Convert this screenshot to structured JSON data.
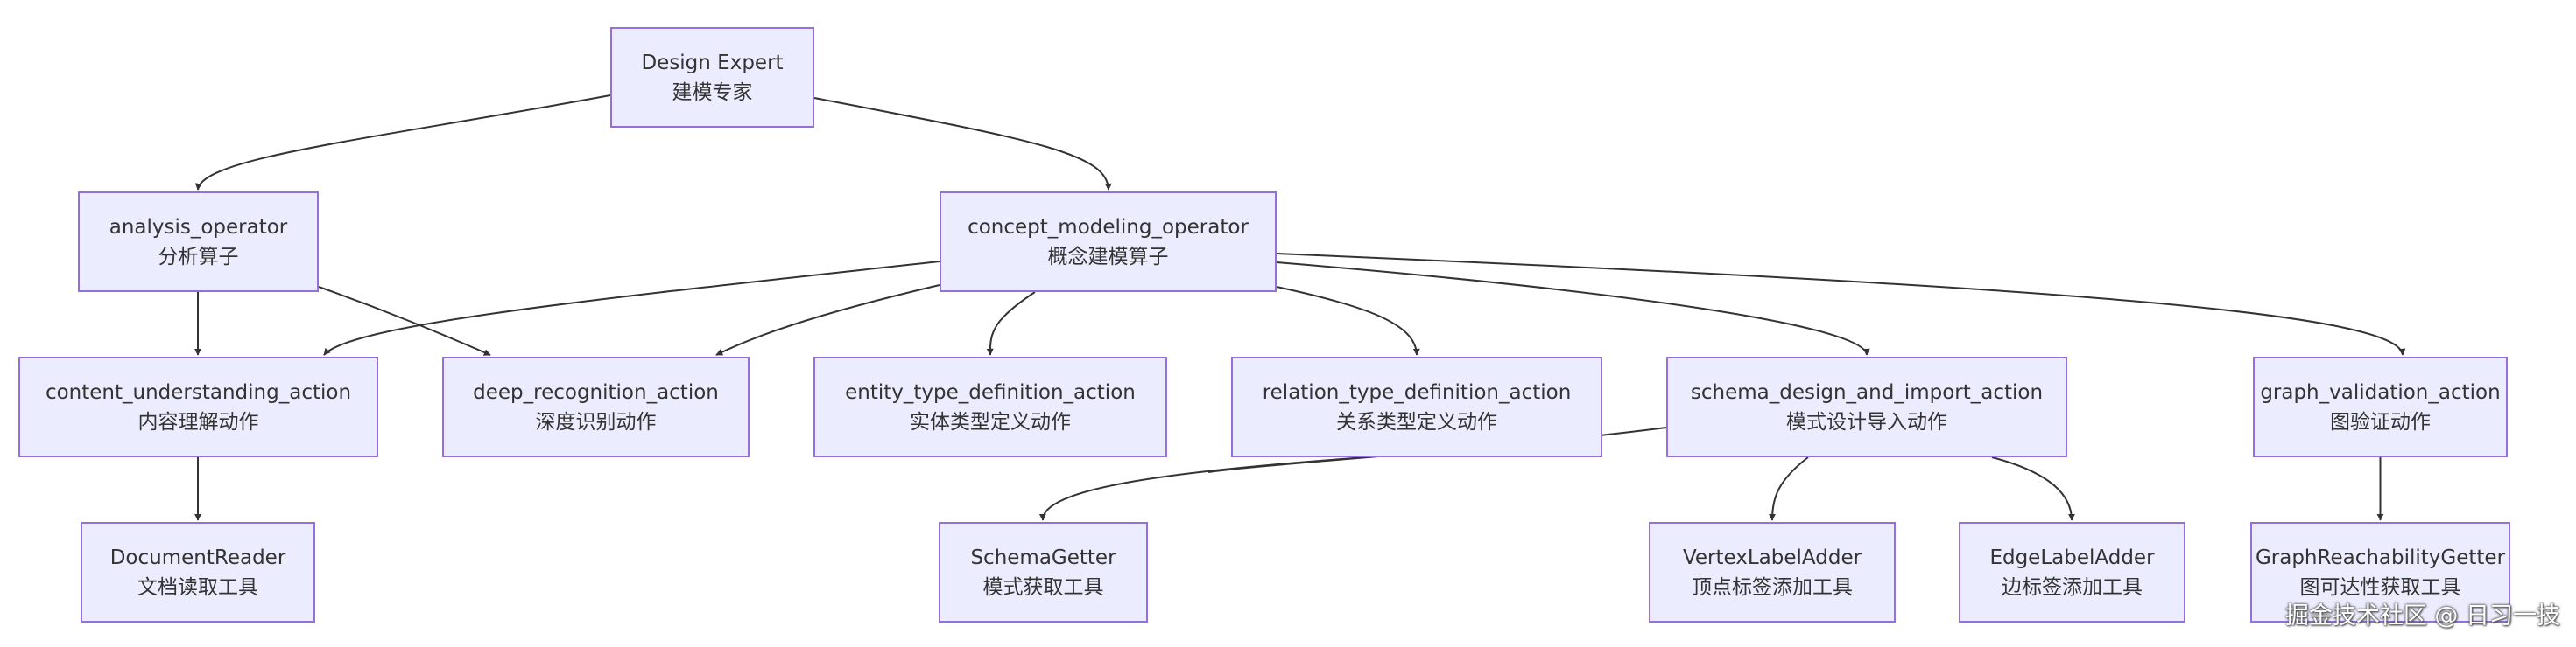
{
  "colors": {
    "node_fill": "#ececff",
    "node_border": "#9370db",
    "edge": "#333333",
    "text": "#333333"
  },
  "nodes": {
    "design_expert": {
      "name": "Design Expert",
      "label": "建模专家"
    },
    "analysis_operator": {
      "name": "analysis_operator",
      "label": "分析算子"
    },
    "concept_modeling_operator": {
      "name": "concept_modeling_operator",
      "label": "概念建模算子"
    },
    "content_understanding_action": {
      "name": "content_understanding_action",
      "label": "内容理解动作"
    },
    "deep_recognition_action": {
      "name": "deep_recognition_action",
      "label": "深度识别动作"
    },
    "entity_type_definition_action": {
      "name": "entity_type_definition_action",
      "label": "实体类型定义动作"
    },
    "relation_type_definition_action": {
      "name": "relation_type_definition_action",
      "label": "关系类型定义动作"
    },
    "schema_design_and_import_action": {
      "name": "schema_design_and_import_action",
      "label": "模式设计导入动作"
    },
    "graph_validation_action": {
      "name": "graph_validation_action",
      "label": "图验证动作"
    },
    "document_reader": {
      "name": "DocumentReader",
      "label": "文档读取工具"
    },
    "schema_getter": {
      "name": "SchemaGetter",
      "label": "模式获取工具"
    },
    "vertex_label_adder": {
      "name": "VertexLabelAdder",
      "label": "顶点标签添加工具"
    },
    "edge_label_adder": {
      "name": "EdgeLabelAdder",
      "label": "边标签添加工具"
    },
    "graph_reachability_getter": {
      "name": "GraphReachabilityGetter",
      "label": "图可达性获取工具"
    }
  },
  "edges": [
    [
      "design_expert",
      "analysis_operator"
    ],
    [
      "design_expert",
      "concept_modeling_operator"
    ],
    [
      "analysis_operator",
      "content_understanding_action"
    ],
    [
      "analysis_operator",
      "deep_recognition_action"
    ],
    [
      "concept_modeling_operator",
      "content_understanding_action"
    ],
    [
      "concept_modeling_operator",
      "deep_recognition_action"
    ],
    [
      "concept_modeling_operator",
      "entity_type_definition_action"
    ],
    [
      "concept_modeling_operator",
      "relation_type_definition_action"
    ],
    [
      "concept_modeling_operator",
      "schema_design_and_import_action"
    ],
    [
      "concept_modeling_operator",
      "graph_validation_action"
    ],
    [
      "content_understanding_action",
      "document_reader"
    ],
    [
      "relation_type_definition_action",
      "schema_getter"
    ],
    [
      "schema_design_and_import_action",
      "schema_getter"
    ],
    [
      "schema_design_and_import_action",
      "vertex_label_adder"
    ],
    [
      "schema_design_and_import_action",
      "edge_label_adder"
    ],
    [
      "graph_validation_action",
      "graph_reachability_getter"
    ]
  ],
  "watermark": "掘金技术社区 @ 日习一技"
}
